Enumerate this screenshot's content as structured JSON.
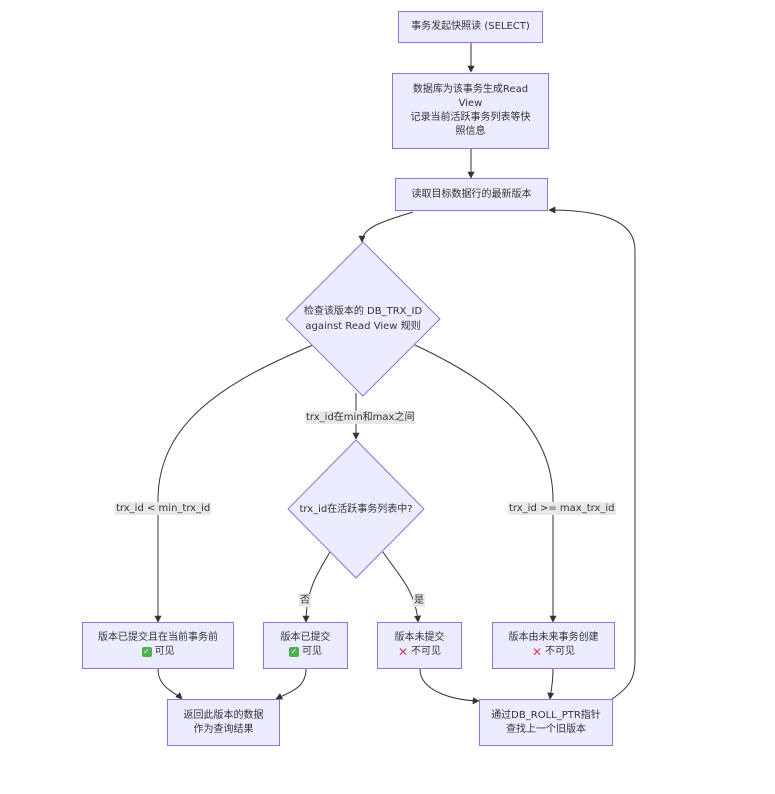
{
  "nodes": {
    "start": "事务发起快照读 (SELECT)",
    "generate_line1": "数据库为该事务生成Read",
    "generate_line2": "View",
    "generate_line3": "记录当前活跃事务列表等快",
    "generate_line4": "照信息",
    "read_latest": "读取目标数据行的最新版本",
    "check_line1": "检查该版本的 DB_TRX_ID",
    "check_line2": "against Read View 规则",
    "active_check": "trx_id在活跃事务列表中?",
    "committed_before_line1": "版本已提交且在当前事务前",
    "committed_before_line2": "可见",
    "committed_line1": "版本已提交",
    "committed_line2": "可见",
    "uncommitted_line1": "版本未提交",
    "uncommitted_line2": "不可见",
    "future_line1": "版本由未来事务创建",
    "future_line2": "不可见",
    "return_line1": "返回此版本的数据",
    "return_line2": "作为查询结果",
    "rollptr_line1": "通过DB_ROLL_PTR指针",
    "rollptr_line2": "查找上一个旧版本"
  },
  "edge_labels": {
    "less_than_min": "trx_id < min_trx_id",
    "between": "trx_id在min和max之间",
    "greater_than_max": "trx_id >= max_trx_id",
    "no": "否",
    "yes": "是"
  },
  "icons": {
    "visible": "check-mark-icon",
    "invisible": "cross-mark-icon"
  },
  "colors": {
    "node_fill": "#ECECFF",
    "node_border": "#9370DB",
    "edge": "#333333",
    "check": "#4caf50",
    "cross": "#e23b5c"
  }
}
